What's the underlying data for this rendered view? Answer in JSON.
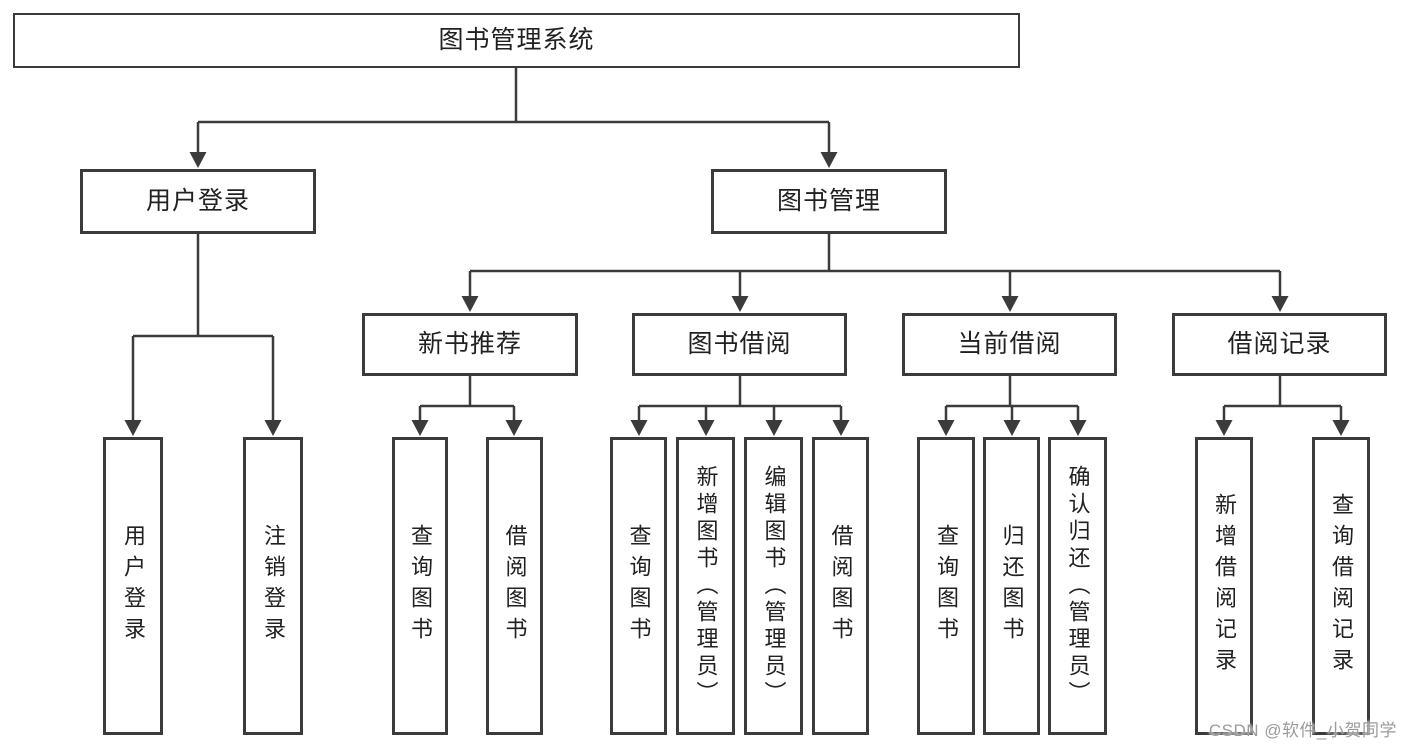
{
  "diagram_type": "hierarchy-chart",
  "colors": {
    "line": "#3b3b3b",
    "box_border": "#3b3b3b",
    "box_fill": "#ffffff",
    "text": "#212121",
    "watermark_text_color": "#9b9b9b",
    "background": "#ffffff"
  },
  "tree": {
    "label": "图书管理系统",
    "children": [
      {
        "label": "用户登录",
        "children": [
          {
            "label": "用户登录"
          },
          {
            "label": "注销登录"
          }
        ]
      },
      {
        "label": "图书管理",
        "children": [
          {
            "label": "新书推荐",
            "children": [
              {
                "label": "查询图书"
              },
              {
                "label": "借阅图书"
              }
            ]
          },
          {
            "label": "图书借阅",
            "children": [
              {
                "label": "查询图书"
              },
              {
                "label": "新增图书（管理员）"
              },
              {
                "label": "编辑图书（管理员）"
              },
              {
                "label": "借阅图书"
              }
            ]
          },
          {
            "label": "当前借阅",
            "children": [
              {
                "label": "查询图书"
              },
              {
                "label": "归还图书"
              },
              {
                "label": "确认归还（管理员）"
              }
            ]
          },
          {
            "label": "借阅记录",
            "children": [
              {
                "label": "新增借阅记录"
              },
              {
                "label": "查询借阅记录"
              }
            ]
          }
        ]
      }
    ]
  },
  "watermark": {
    "text": "CSDN @软件_小贺同学"
  }
}
